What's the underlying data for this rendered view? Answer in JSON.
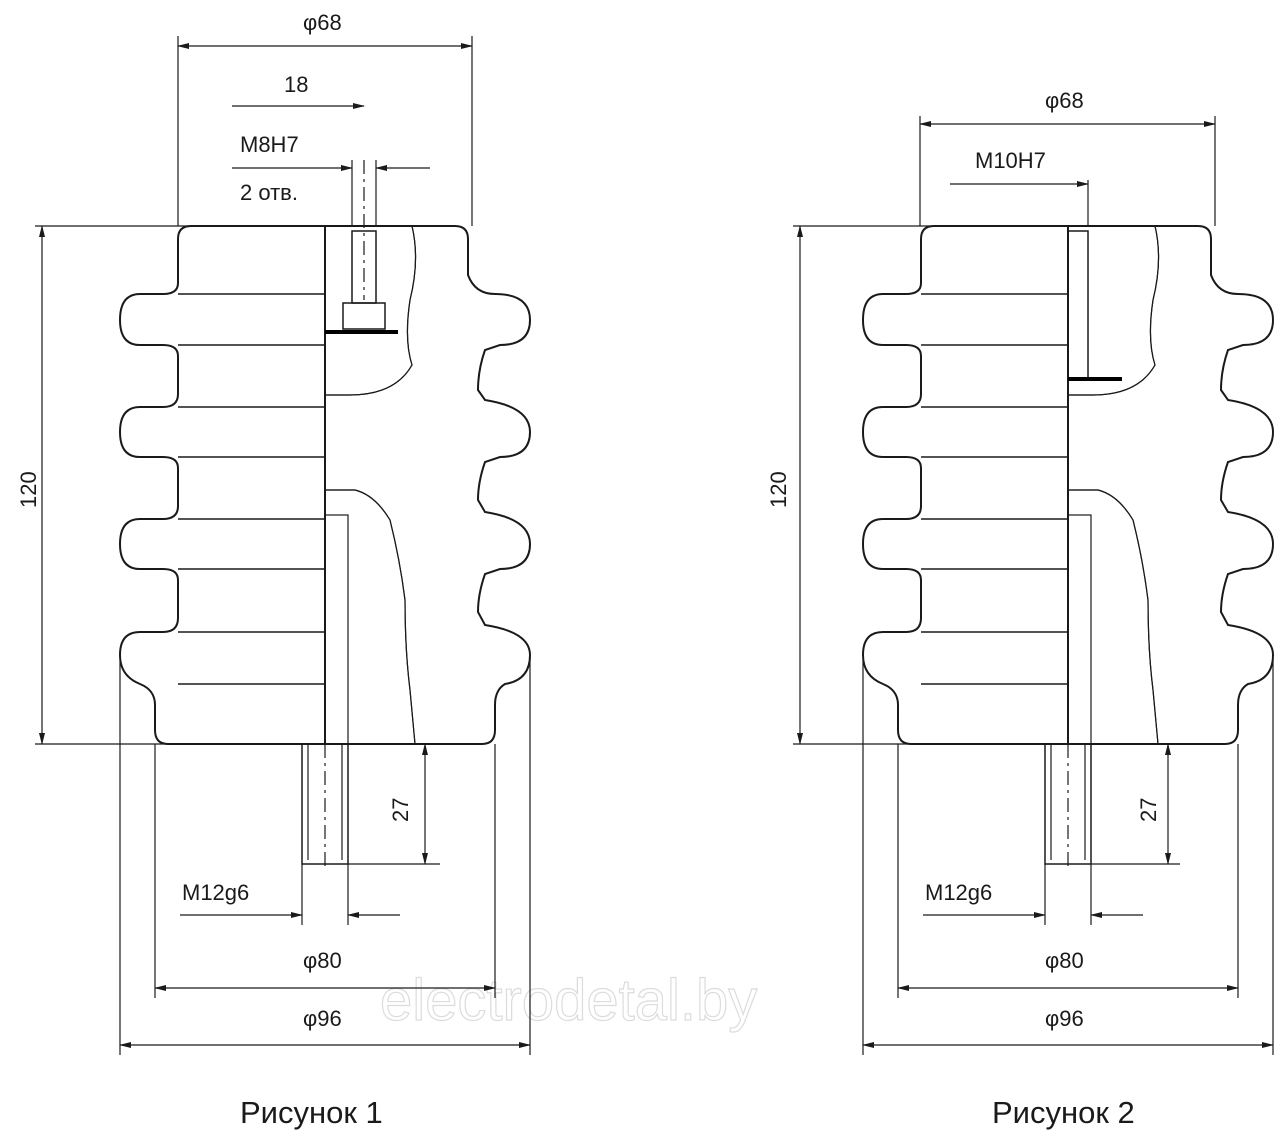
{
  "figures": [
    {
      "caption": "Рисунок 1",
      "dims": {
        "top_diameter": "φ68",
        "hole_offset": "18",
        "thread_top": "M8H7",
        "holes": "2 отв.",
        "height": "120",
        "stud_length": "27",
        "stud_thread": "M12g6",
        "base_diameter": "φ80",
        "outer_diameter": "φ96"
      }
    },
    {
      "caption": "Рисунок 2",
      "dims": {
        "top_diameter": "φ68",
        "thread_top": "M10H7",
        "height": "120",
        "stud_length": "27",
        "stud_thread": "M12g6",
        "base_diameter": "φ80",
        "outer_diameter": "φ96"
      }
    }
  ],
  "watermark": "electrodetal.by",
  "colors": {
    "line": "#1a1a1a",
    "watermark": "#dcdcdc",
    "background": "#ffffff"
  }
}
